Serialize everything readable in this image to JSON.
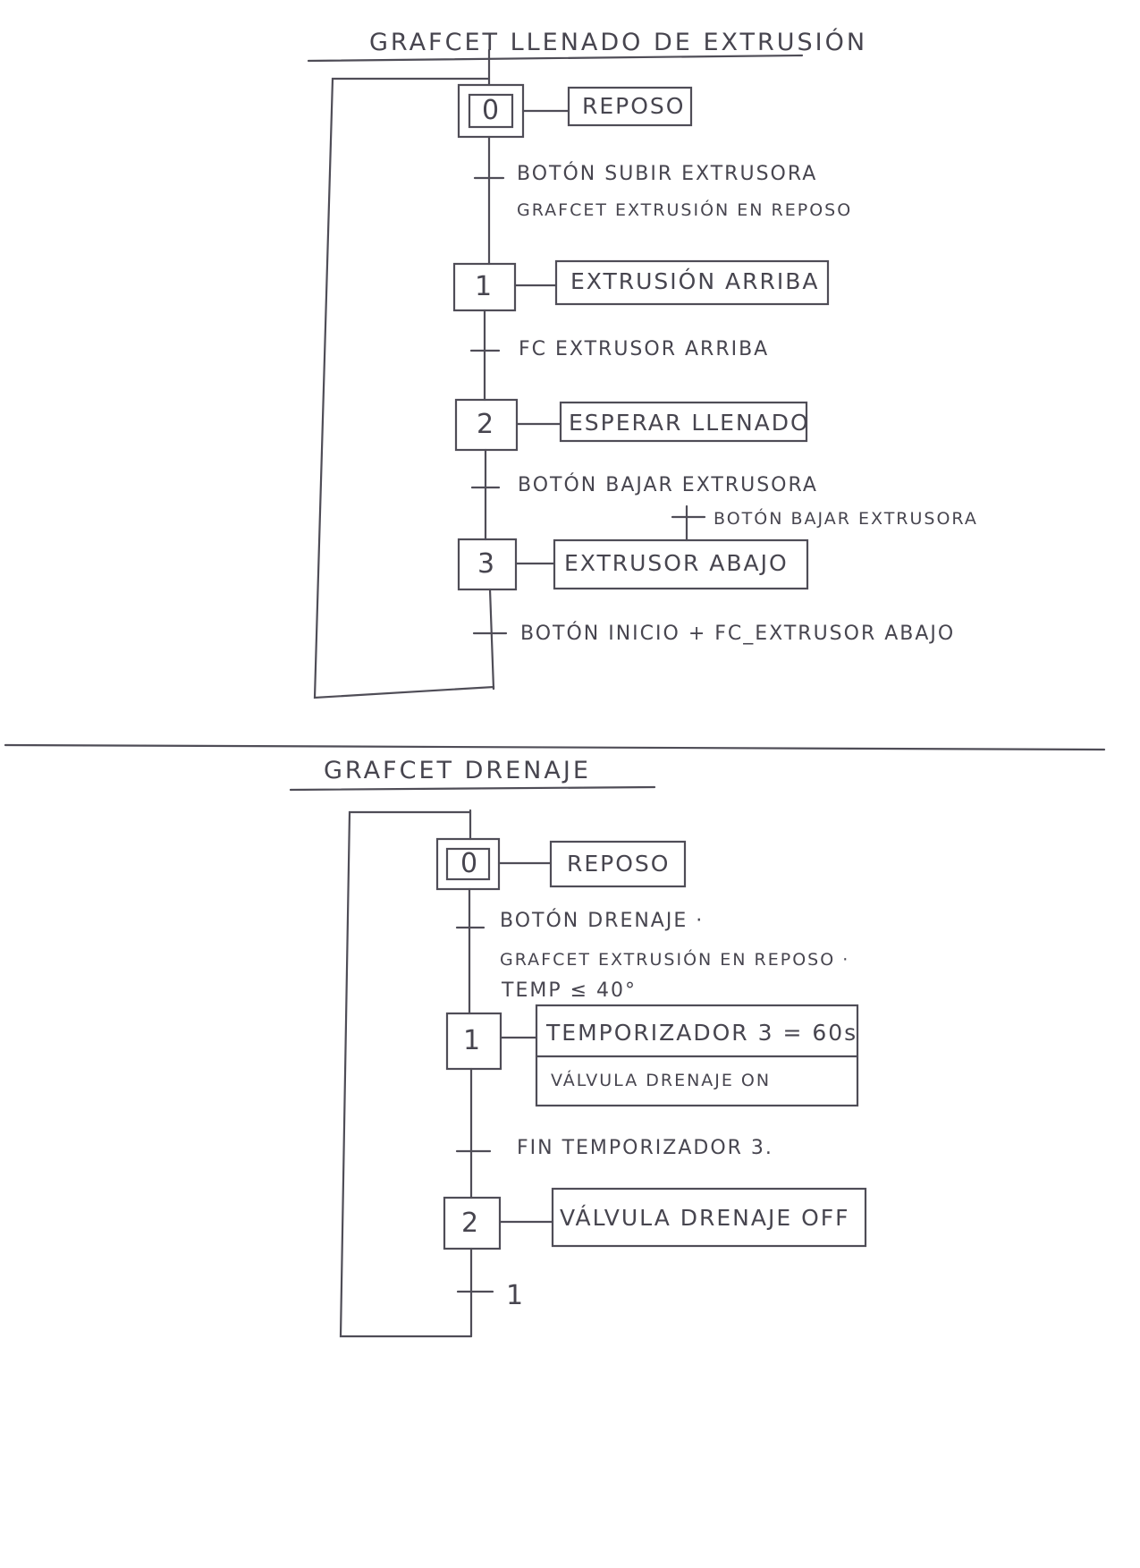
{
  "grafcets": [
    {
      "title": "GRAFCET LLENADO DE EXTRUSIÓN",
      "steps": [
        {
          "number": "0",
          "initial": true,
          "action": "REPOSO"
        },
        {
          "number": "1",
          "initial": false,
          "action": "EXTRUSIÓN ARRIBA"
        },
        {
          "number": "2",
          "initial": false,
          "action": "ESPERAR LLENADO"
        },
        {
          "number": "3",
          "initial": false,
          "action": "EXTRUSOR ABAJO"
        }
      ],
      "transitions": [
        {
          "lines": [
            "BOTÓN SUBIR EXTRUSORA",
            "GRAFCET EXTRUSIÓN EN REPOSO"
          ]
        },
        {
          "lines": [
            "FC EXTRUSOR ARRIBA"
          ]
        },
        {
          "lines": [
            "BOTÓN BAJAR EXTRUSORA"
          ]
        },
        {
          "lines": [
            "BOTÓN INICIO + FC_EXTRUSOR ABAJO"
          ]
        }
      ],
      "side_transition": "BOTÓN BAJAR EXTRUSORA"
    },
    {
      "title": "GRAFCET DRENAJE",
      "steps": [
        {
          "number": "0",
          "initial": true,
          "actions": [
            "REPOSO"
          ]
        },
        {
          "number": "1",
          "initial": false,
          "actions": [
            "TEMPORIZADOR 3 = 60s",
            "VÁLVULA DRENAJE ON"
          ]
        },
        {
          "number": "2",
          "initial": false,
          "actions": [
            "VÁLVULA DRENAJE OFF"
          ]
        }
      ],
      "transitions": [
        {
          "lines": [
            "BOTÓN DRENAJE ·",
            "GRAFCET EXTRUSIÓN EN REPOSO ·",
            "TEMP ≤ 40°"
          ]
        },
        {
          "lines": [
            "FIN TEMPORIZADOR 3."
          ]
        },
        {
          "lines": [
            "1"
          ]
        }
      ]
    }
  ]
}
